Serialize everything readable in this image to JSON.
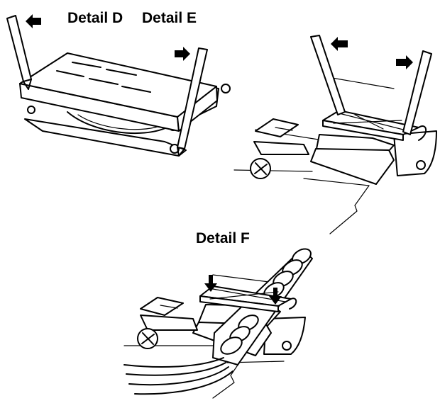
{
  "labels": {
    "detail_d": "Detail D",
    "detail_e": "Detail E",
    "detail_f": "Detail F"
  },
  "colors": {
    "ink": "#000000",
    "background": "#ffffff"
  }
}
